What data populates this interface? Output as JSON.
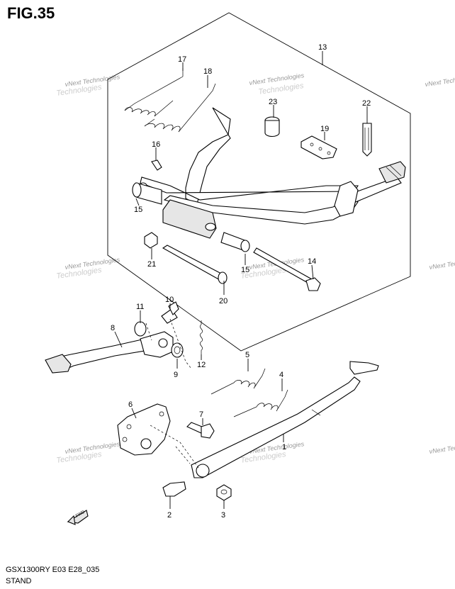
{
  "figure": {
    "title": "FIG.35",
    "footer_code": "GSX1300RY E03 E28_035",
    "footer_name": "STAND",
    "fwd_label": "FWD"
  },
  "watermark": {
    "text": "vNext Technologies",
    "ghost": "Technologies"
  },
  "callouts": {
    "c1": "1",
    "c2": "2",
    "c3": "3",
    "c4": "4",
    "c5": "5",
    "c6": "6",
    "c7": "7",
    "c8": "8",
    "c9": "9",
    "c10": "10",
    "c11": "11",
    "c12": "12",
    "c13": "13",
    "c14": "14",
    "c15a": "15",
    "c15b": "15",
    "c16": "16",
    "c17": "17",
    "c18": "18",
    "c19": "19",
    "c20": "20",
    "c21": "21",
    "c22": "22",
    "c23": "23"
  }
}
